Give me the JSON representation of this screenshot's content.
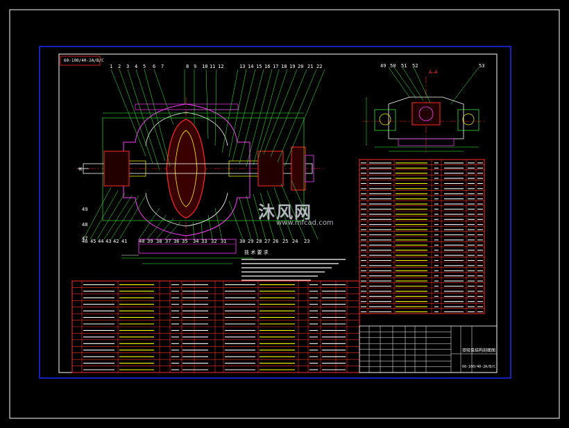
{
  "drawing": {
    "tag": "60-100/40-2A/B/C",
    "title_block_name": "双吸泵结构剖面图",
    "tech_req_title": "技 术 要 求",
    "watermark": "沐风网",
    "watermark_url": "www.mfcad.com",
    "balloons_top": [
      "1",
      "2",
      "3",
      "4",
      "5",
      "6",
      "7",
      "8",
      "9",
      "10",
      "11",
      "12",
      "13",
      "14",
      "15",
      "16",
      "17",
      "18",
      "19",
      "20",
      "21",
      "22"
    ],
    "balloons_bottom": [
      "46",
      "45",
      "44",
      "43",
      "42",
      "41",
      "40",
      "39",
      "38",
      "37",
      "36",
      "35",
      "34",
      "33",
      "32",
      "31",
      "30",
      "29",
      "28",
      "27",
      "26",
      "25",
      "24",
      "23"
    ],
    "left_labels": [
      "K",
      "49",
      "48",
      "47"
    ],
    "side_labels": [
      "49",
      "50",
      "51",
      "52",
      "53"
    ],
    "side_annot": "A—A",
    "colors": {
      "frame": "#1a2bff",
      "inner_border": "#ffffff",
      "red": "#ff2a2a",
      "yellow": "#ffff00",
      "green": "#3fff3f",
      "cyan": "#2ee6ff",
      "magenta": "#ff3cff"
    }
  }
}
